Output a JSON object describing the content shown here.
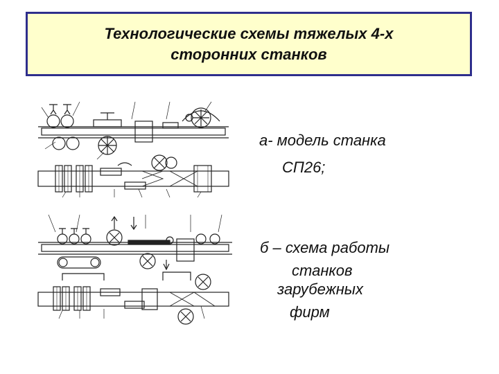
{
  "title": {
    "line1": "Технологические схемы тяжелых 4-х",
    "line2": "сторонних станков"
  },
  "captions": {
    "a_line1": "а- модель станка",
    "a_line2": "СП26;",
    "b_line1": "б – схема работы",
    "b_line2": "станков",
    "b_line3": "зарубежных",
    "b_line4": "фирм"
  },
  "colors": {
    "title_bg": "#ffffcc",
    "title_border": "#2e2e8c",
    "ink": "#222222"
  }
}
